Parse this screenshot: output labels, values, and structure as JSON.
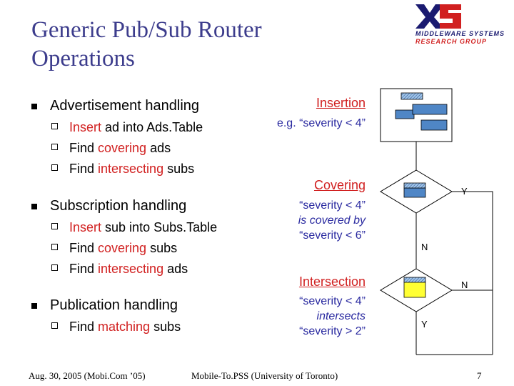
{
  "title": "Generic Pub/Sub Router Operations",
  "logo": {
    "line1": "MIDDLEWARE SYSTEMS",
    "line2": "RESEARCH GROUP"
  },
  "sections": [
    {
      "label": "Advertisement handling",
      "items": [
        {
          "pre": "",
          "hl": "Insert",
          "post": " ad into Ads.Table"
        },
        {
          "pre": "Find ",
          "hl": "covering",
          "post": " ads"
        },
        {
          "pre": "Find ",
          "hl": "intersecting",
          "post": " subs"
        }
      ]
    },
    {
      "label": "Subscription handling",
      "items": [
        {
          "pre": "",
          "hl": "Insert",
          "post": " sub into Subs.Table"
        },
        {
          "pre": "Find ",
          "hl": "covering",
          "post": " subs"
        },
        {
          "pre": "Find ",
          "hl": "intersecting",
          "post": " ads"
        }
      ]
    },
    {
      "label": "Publication handling",
      "items": [
        {
          "pre": "Find ",
          "hl": "matching",
          "post": " subs"
        }
      ]
    }
  ],
  "diagram": {
    "insertion": {
      "label": "Insertion",
      "example": "e.g. “severity < 4”"
    },
    "covering": {
      "label": "Covering",
      "line1": "“severity < 4”",
      "line2": "is covered by",
      "line3": "“severity < 6”"
    },
    "intersection": {
      "label": "Intersection",
      "line1": "“severity < 4”",
      "line2": "intersects",
      "line3": "“severity > 2”"
    },
    "branch": {
      "yes1": "Y",
      "no1": "N",
      "no2": "N",
      "yes2": "Y"
    }
  },
  "footer": {
    "date": "Aug. 30, 2005 (Mobi.Com ’05)",
    "center": "Mobile-To.PSS (University of Toronto)",
    "page": "7"
  },
  "colors": {
    "title": "#3c3c8c",
    "highlight": "#d12020",
    "note": "#2a2aa0",
    "box_blue": "#4f86c6",
    "box_yellow": "#ffff33"
  }
}
